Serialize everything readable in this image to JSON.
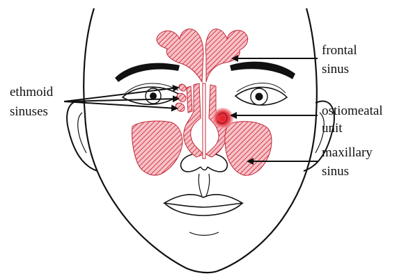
{
  "labels": {
    "frontal_line1": "frontal",
    "frontal_line2": "sinus",
    "ethmoid_line1": "ethmoid",
    "ethmoid_line2": "sinuses",
    "ostiomeatal_line1": "ostiomeatal",
    "ostiomeatal_line2": "unit",
    "maxillary_line1": "maxillary",
    "maxillary_line2": "sinus"
  },
  "colors": {
    "sinus_fill": "#f2a8b0",
    "sinus_hatch": "#d63a4a",
    "ostiomeatal_highlight": "#e3202e",
    "outline": "#111111",
    "background": "#ffffff"
  }
}
